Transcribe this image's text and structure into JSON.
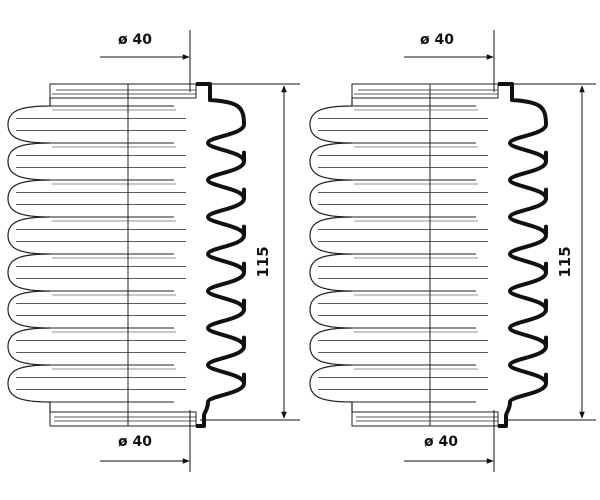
{
  "drawings": [
    {
      "top_label": "ø 40",
      "bottom_label": "ø 40",
      "height_label": "115"
    },
    {
      "top_label": "ø 40",
      "bottom_label": "ø 40",
      "height_label": "115"
    }
  ],
  "colors": {
    "line": "#111111",
    "background": "#ffffff"
  }
}
